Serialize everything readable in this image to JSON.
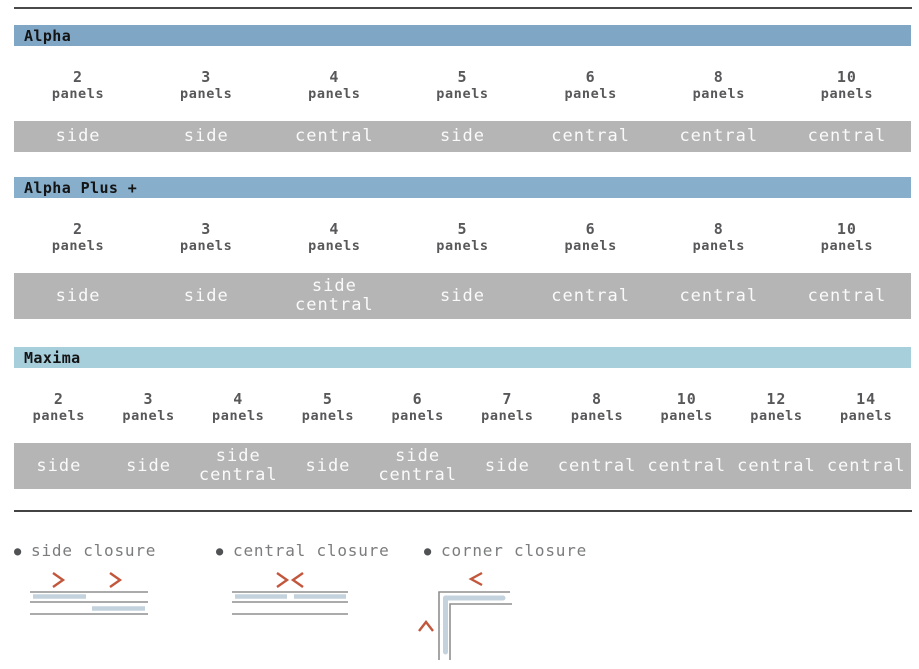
{
  "sheet": {
    "sections": [
      {
        "title": "Alpha",
        "bar_color": "#7fa6c5",
        "columns": [
          {
            "count": "2",
            "unit": "panels"
          },
          {
            "count": "3",
            "unit": "panels"
          },
          {
            "count": "4",
            "unit": "panels"
          },
          {
            "count": "5",
            "unit": "panels"
          },
          {
            "count": "6",
            "unit": "panels"
          },
          {
            "count": "8",
            "unit": "panels"
          },
          {
            "count": "10",
            "unit": "panels"
          }
        ],
        "values": [
          "side",
          "side",
          "central",
          "side",
          "central",
          "central",
          "central"
        ]
      },
      {
        "title": "Alpha Plus +",
        "bar_color": "#87aecb",
        "columns": [
          {
            "count": "2",
            "unit": "panels"
          },
          {
            "count": "3",
            "unit": "panels"
          },
          {
            "count": "4",
            "unit": "panels"
          },
          {
            "count": "5",
            "unit": "panels"
          },
          {
            "count": "6",
            "unit": "panels"
          },
          {
            "count": "8",
            "unit": "panels"
          },
          {
            "count": "10",
            "unit": "panels"
          }
        ],
        "values": [
          "side",
          "side",
          "side central",
          "side",
          "central",
          "central",
          "central"
        ]
      },
      {
        "title": "Maxima",
        "bar_color": "#a6cedb",
        "columns": [
          {
            "count": "2",
            "unit": "panels"
          },
          {
            "count": "3",
            "unit": "panels"
          },
          {
            "count": "4",
            "unit": "panels"
          },
          {
            "count": "5",
            "unit": "panels"
          },
          {
            "count": "6",
            "unit": "panels"
          },
          {
            "count": "7",
            "unit": "panels"
          },
          {
            "count": "8",
            "unit": "panels"
          },
          {
            "count": "10",
            "unit": "panels"
          },
          {
            "count": "12",
            "unit": "panels"
          },
          {
            "count": "14",
            "unit": "panels"
          }
        ],
        "values": [
          "side",
          "side",
          "side central",
          "side",
          "side central",
          "side",
          "central",
          "central",
          "central",
          "central"
        ]
      }
    ],
    "legend": [
      {
        "label": "side closure"
      },
      {
        "label": "central closure"
      },
      {
        "label": "corner closure"
      }
    ],
    "legend_bullet_glyph": "●",
    "colors": {
      "alpha_bar": "#7fa6c5",
      "alpha_plus_bar": "#87aecb",
      "maxima_bar": "#a6cedb",
      "value_bar": "#b5b5b5",
      "value_text": "#fafafa",
      "column_text": "#58585a",
      "heading_text": "#141414",
      "rule": "#4a4a4a",
      "legend_text": "#7b7c7e",
      "arrow_accent": "#c2573c",
      "diagram_line": "#8f8f8f",
      "diagram_panel": "#c3d2dc"
    }
  }
}
